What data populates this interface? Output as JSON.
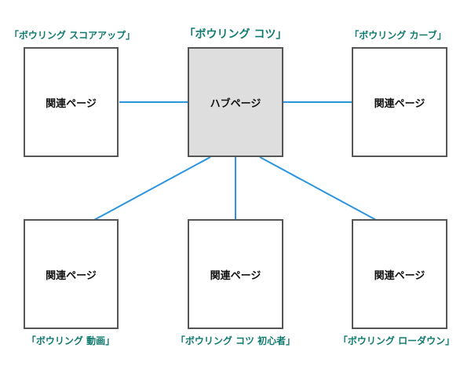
{
  "hub": {
    "label": "「ボウリング コツ」",
    "box_text": "ハブページ"
  },
  "related": [
    {
      "label": "「ボウリング スコアアップ」",
      "box_text": "関連ページ"
    },
    {
      "label": "「ボウリング カーブ」",
      "box_text": "関連ページ"
    },
    {
      "label": "「ボウリング 動画」",
      "box_text": "関連ページ"
    },
    {
      "label": "「ボウリング コツ 初心者」",
      "box_text": "関連ページ"
    },
    {
      "label": "「ボウリング ローダウン」",
      "box_text": "関連ページ"
    }
  ],
  "colors": {
    "connector": "#2b95e0",
    "label_text": "#0f7a6e",
    "hub_fill": "#dedede",
    "box_border": "#555555"
  }
}
